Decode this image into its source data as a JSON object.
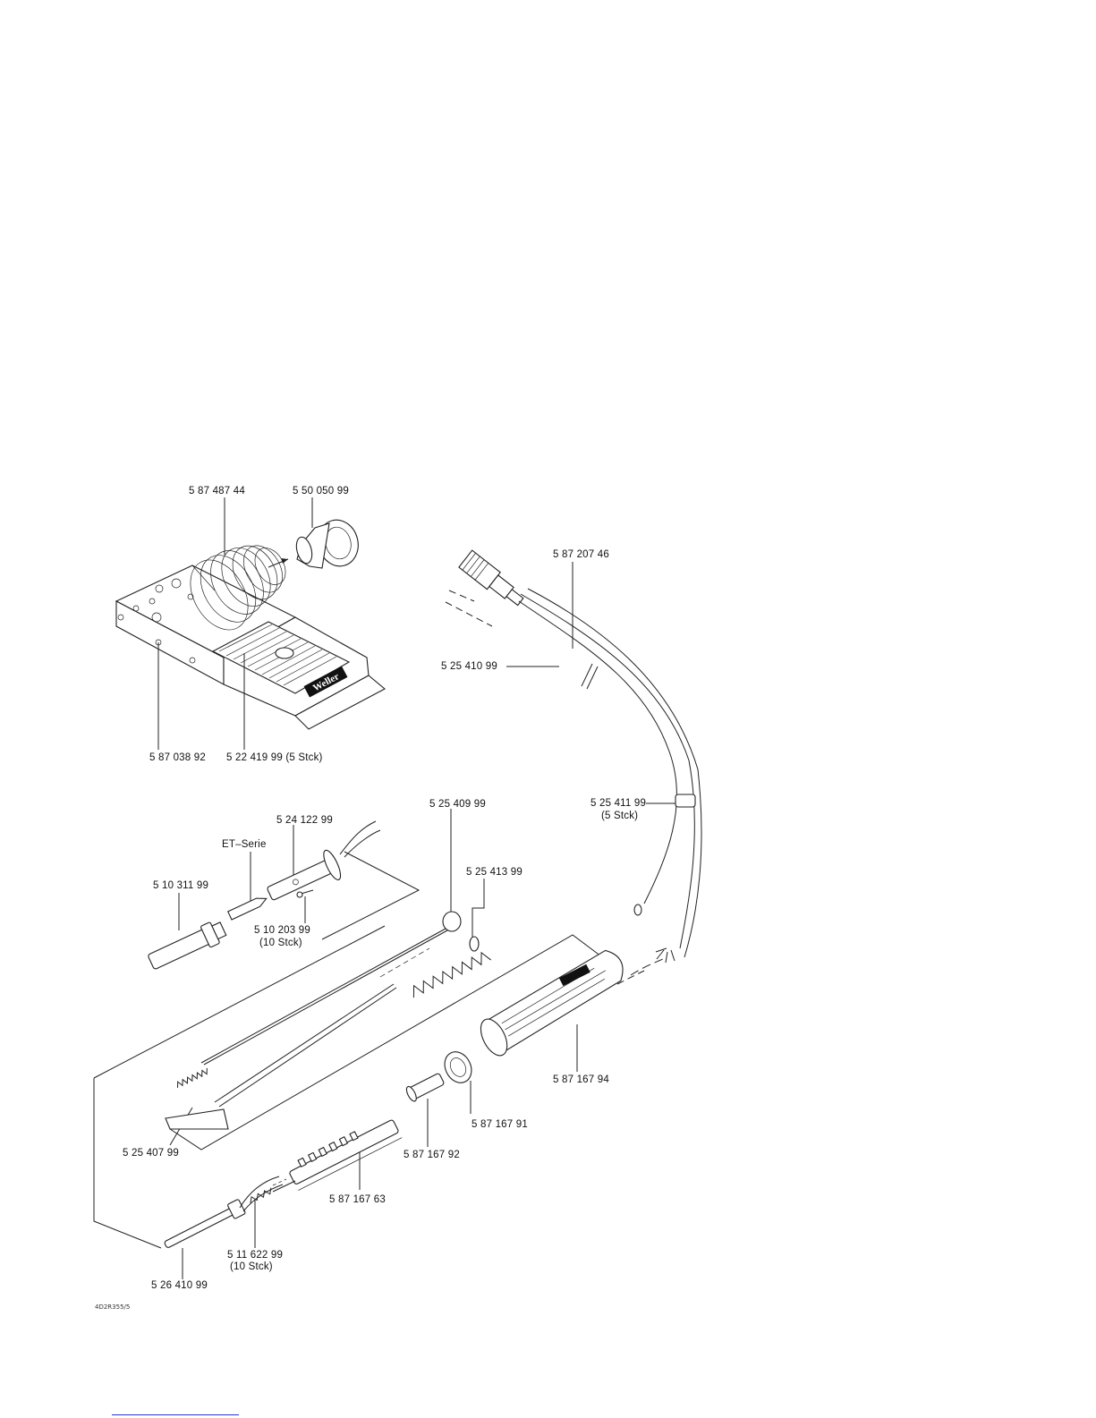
{
  "labels": {
    "coil": "5 87 487 44",
    "sleeve": "5 50 050 99",
    "stand_screw": "5 87 038 92",
    "sponge": "5 22 419 99  (5  Stck)",
    "connector_cable": "5 87 207 46",
    "cable": "5 25 410 99",
    "cable_clip": "5 25 411 99",
    "cable_clip_qty": "(5  Stck)",
    "heater_unit": "5 24 122 99",
    "et_serie": "ET–Serie",
    "tip_holder": "5 10 311 99",
    "screw": "5 10 203 99",
    "screw_qty": "(10  Stck)",
    "cleaning_brush": "5 25 409 99",
    "spring": "5 25 413 99",
    "handle": "5 87 167 94",
    "nut": "5 87 167 91",
    "bushing": "5 87 167 92",
    "contact_strip": "5 87 167 63",
    "rod": "5 25 407 99",
    "small_spring": "5 11 622 99",
    "small_spring_qty": "(10  Stck)",
    "element": "5 26 410 99"
  },
  "logo_text": "Weller",
  "drawing_ref": "4D2R355/5"
}
